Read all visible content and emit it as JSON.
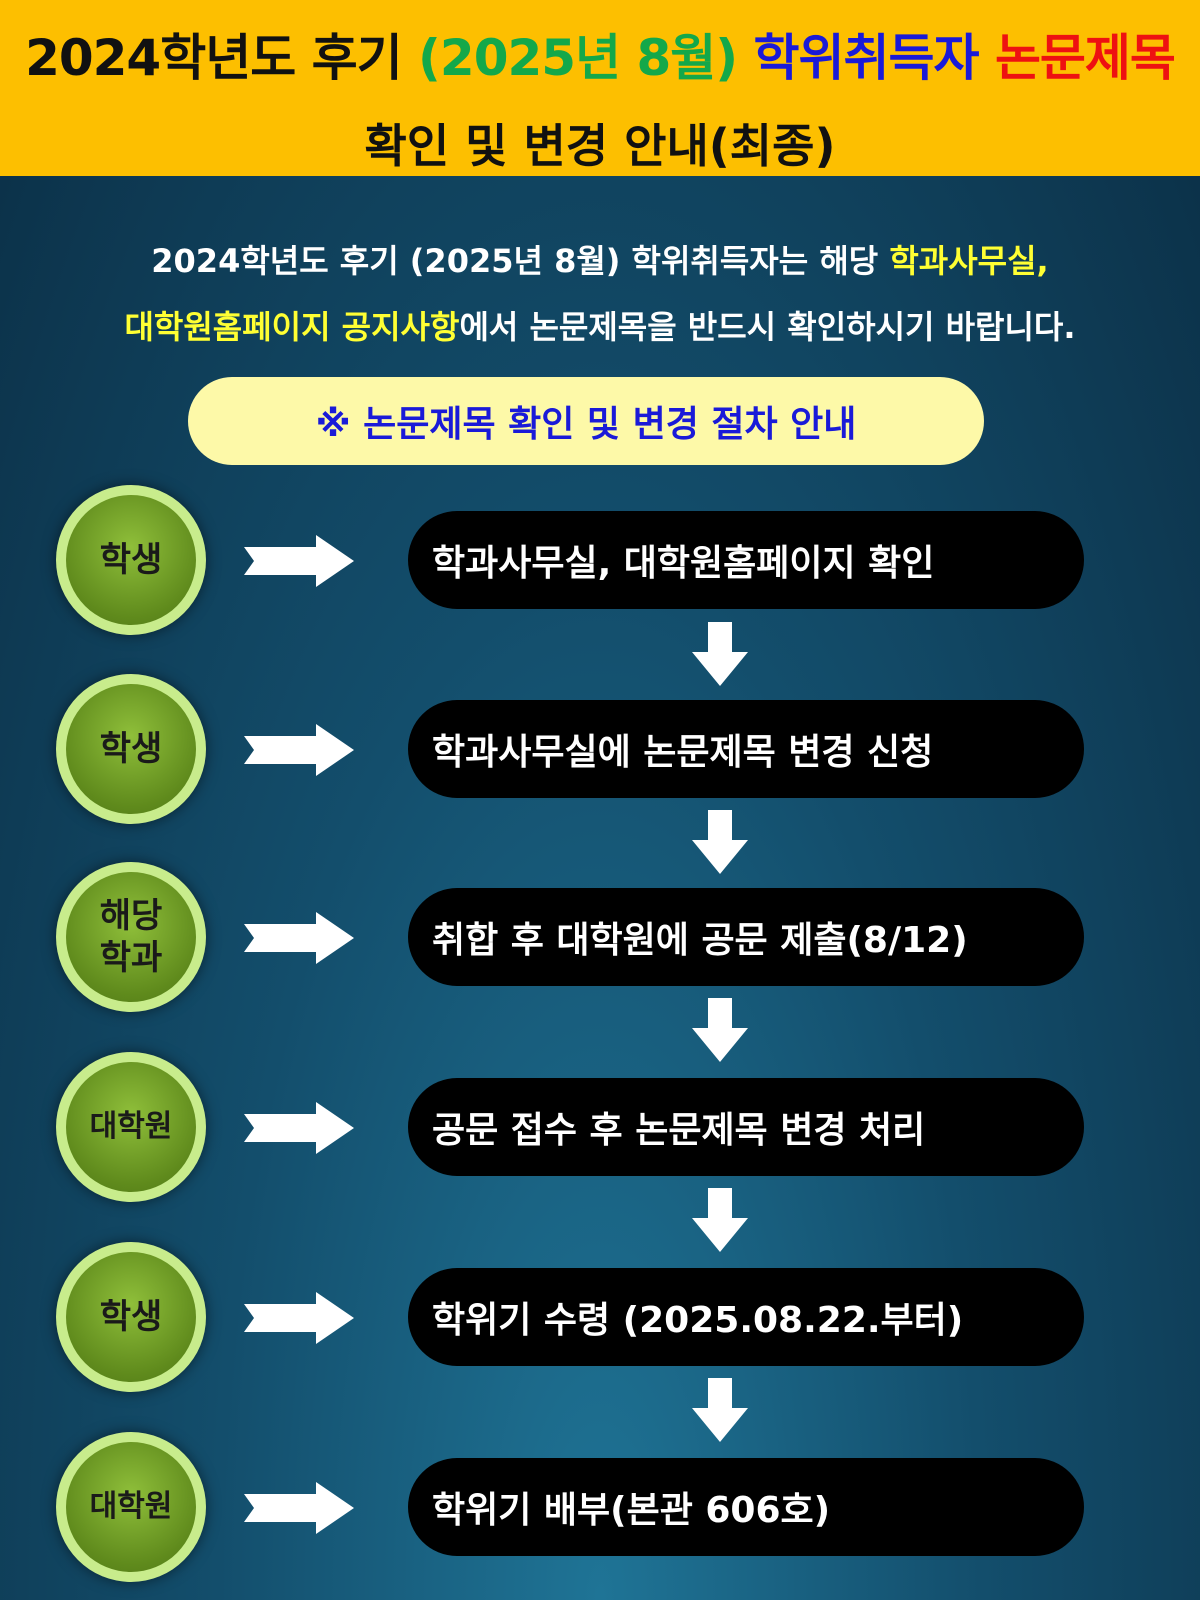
{
  "header": {
    "line1_a": "2024학년도 후기 ",
    "line1_b": "(2025년 8월)",
    "line1_c": " 학위취득자 ",
    "line1_d": "논문제목",
    "line2": "확인 및 변경 안내(최종)",
    "colors": {
      "background": "#fdbf00",
      "green": "#14a84a",
      "blue": "#1a1ad8",
      "red": "#ee1111"
    }
  },
  "intro": {
    "line1_a": "2024학년도 후기 (2025년 8월) 학위취득자는 해당 ",
    "line1_b": "학과사무실,",
    "line2_a": "대학원홈페이지 공지사항",
    "line2_b": "에서 논문제목을 반드시 확인하시기 바랍니다."
  },
  "procedure_title": "※ 논문제목 확인 및 변경 절차 안내",
  "steps": [
    {
      "actor": "학생",
      "action": "학과사무실, 대학원홈페이지 확인"
    },
    {
      "actor": "학생",
      "action": "학과사무실에 논문제목 변경 신청"
    },
    {
      "actor": "해당\n학과",
      "action": "취합 후 대학원에 공문 제출(8/12)"
    },
    {
      "actor": "대학원",
      "action": "공문 접수 후 논문제목 변경 처리"
    },
    {
      "actor": "학생",
      "action": "학위기 수령 (2025.08.22.부터)"
    },
    {
      "actor": "대학원",
      "action": "학위기 배부(본관 606호)"
    }
  ],
  "icons": {
    "right": "arrow-right-icon",
    "down": "arrow-down-icon"
  }
}
